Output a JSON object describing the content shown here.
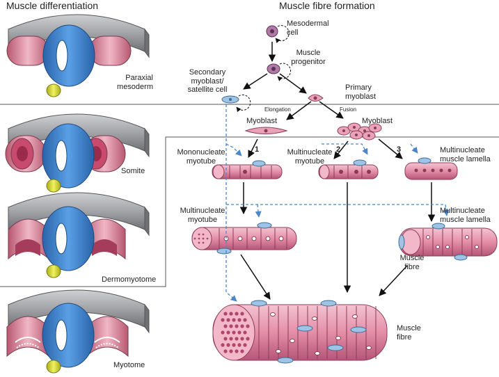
{
  "headings": {
    "left": "Muscle differentiation",
    "right": "Muscle fibre formation"
  },
  "panels": [
    {
      "label": "Paraxial\nmesoderm"
    },
    {
      "label": "Somite"
    },
    {
      "label": "Dermomyotome"
    },
    {
      "label": "Myotome"
    }
  ],
  "labels": {
    "mesodermal_cell": "Mesodermal\ncell",
    "muscle_progenitor": "Muscle\nprogenitor",
    "secondary_myoblast": "Secondary\nmyoblast/\nsatellite cell",
    "primary_myoblast": "Primary\nmyoblast",
    "elongation": "Elongation",
    "fusion": "Fusion",
    "myoblast_left": "Myoblast",
    "myoblast_right": "Myoblast",
    "mononucleate_myotube": "Mononucleate\nmyotube",
    "multinucleate_myotube_top": "Multinucleate\nmyotube",
    "multinucleate_lamella_top": "Multinucleate\nmuscle lamella",
    "multinucleate_myotube_mid": "Multinucleate\nmyotube",
    "multinucleate_lamella_mid": "Multinucleate\nmuscle lamella",
    "muscle_fibre_small": "Muscle\nfibre",
    "muscle_fibre_big": "Muscle\nfibre"
  },
  "pathway_numbers": [
    "1",
    "2",
    "3"
  ],
  "colors": {
    "tube_gray": "#8f9094",
    "neural_tube_blue": "#3f86d6",
    "notochord_yellow": "#d9dc3c",
    "muscle_pink": "#e8a3b8",
    "muscle_dark_pink": "#c15d80",
    "cell_purple": "#9a5a8f",
    "satellite_blue": "#9fc3e3",
    "dashed_arrow_blue": "#4a86c8"
  }
}
